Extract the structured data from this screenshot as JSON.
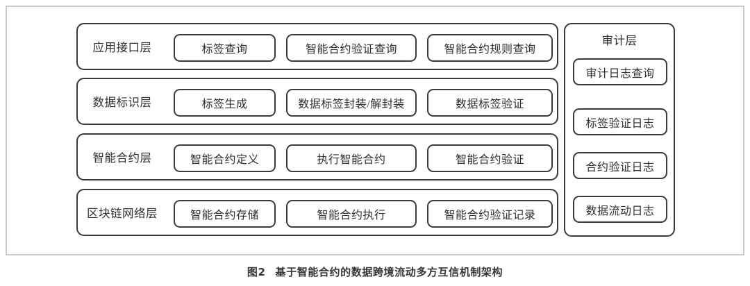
{
  "figure": {
    "caption_number": "图2",
    "caption_text": "基于智能合约的数据跨境流动多方互信机制架构",
    "stroke_color": "#3a3a3a",
    "frame_color": "#c9c9c9",
    "text_color": "#2f2f2f",
    "background": "#ffffff"
  },
  "layers": [
    {
      "label": "应用接口层",
      "modules": [
        "标签查询",
        "智能合约验证查询",
        "智能合约规则查询"
      ]
    },
    {
      "label": "数据标识层",
      "modules": [
        "标签生成",
        "数据标签封装/解封装",
        "数据标签验证"
      ]
    },
    {
      "label": "智能合约层",
      "modules": [
        "智能合约定义",
        "执行智能合约",
        "智能合约验证"
      ]
    },
    {
      "label": "区块链网络层",
      "modules": [
        "智能合约存储",
        "智能合约执行",
        "智能合约验证记录"
      ]
    }
  ],
  "audit": {
    "title": "审计层",
    "modules": [
      "审计日志查询",
      "标签验证日志",
      "合约验证日志",
      "数据流动日志"
    ]
  }
}
